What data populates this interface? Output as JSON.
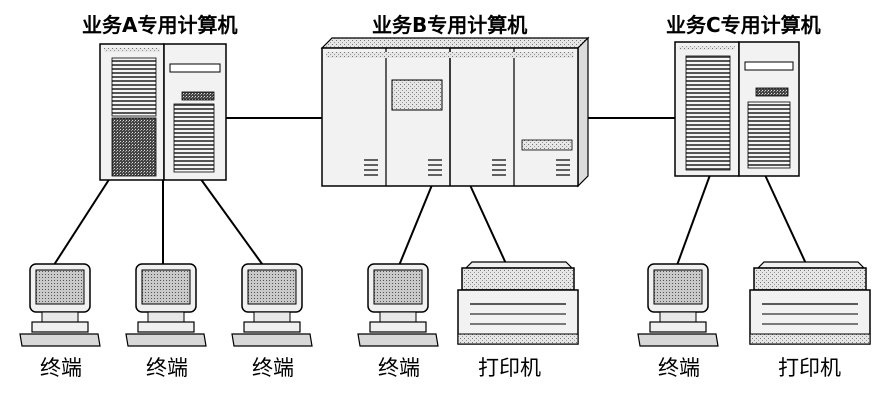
{
  "titles": {
    "a": "业务A专用计算机",
    "b": "业务B专用计算机",
    "c": "业务C专用计算机"
  },
  "labels": {
    "terminal": "终端",
    "printer": "打印机"
  }
}
